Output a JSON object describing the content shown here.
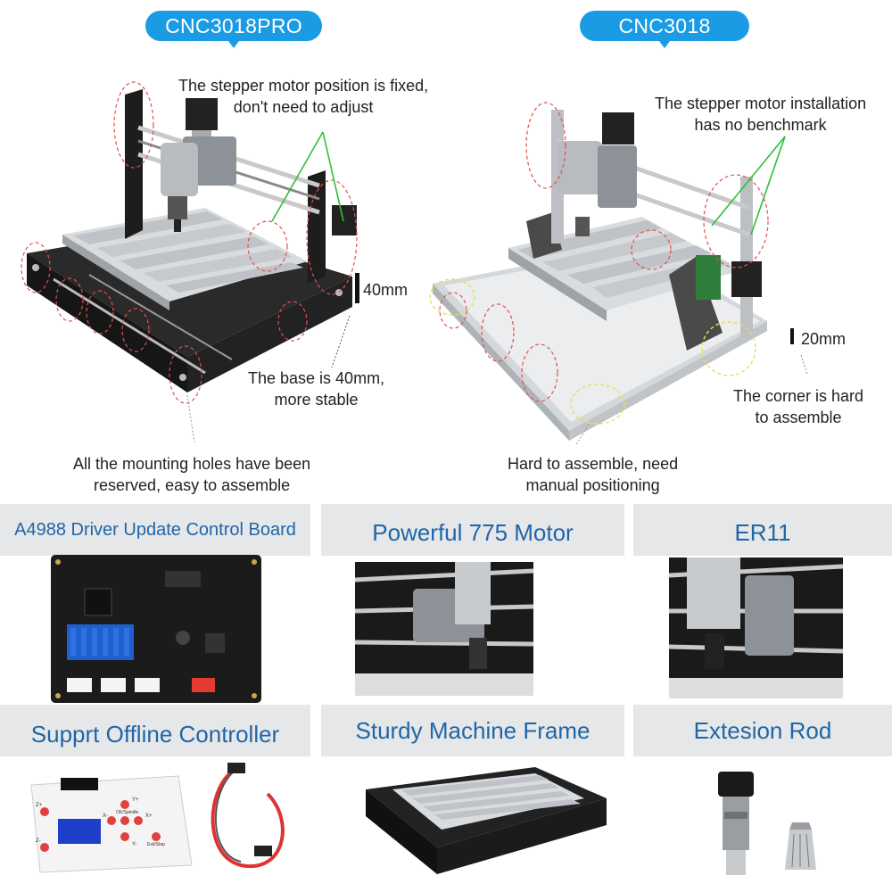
{
  "comparison": {
    "left_model": "CNC3018PRO",
    "right_model": "CNC3018",
    "left_notes": {
      "stepper_line1": "The stepper motor position is fixed,",
      "stepper_line2": "don't need to adjust",
      "base_dim": "40mm",
      "base_line1": "The base is 40mm,",
      "base_line2": "more stable",
      "holes_line1": "All the mounting holes have been",
      "holes_line2": "reserved, easy to assemble"
    },
    "right_notes": {
      "stepper_line1": "The stepper motor installation",
      "stepper_line2": "has no benchmark",
      "base_dim": "20mm",
      "corner_line1": "The corner is hard",
      "corner_line2": "to assemble",
      "assemble_line1": "Hard to assemble, need",
      "assemble_line2": "manual positioning"
    }
  },
  "features": [
    {
      "title": "A4988 Driver Update Control Board",
      "icon": "control-board-image"
    },
    {
      "title": "Powerful 775 Motor",
      "icon": "spindle-motor-image"
    },
    {
      "title": "ER11",
      "icon": "er11-collet-image"
    },
    {
      "title": "Supprt Offline Controller",
      "icon": "offline-controller-image"
    },
    {
      "title": "Sturdy Machine Frame",
      "icon": "machine-frame-image"
    },
    {
      "title": "Extesion Rod",
      "icon": "extension-rod-image"
    }
  ],
  "offline_controller_labels": {
    "y_plus": "Y+",
    "x_minus": "X-",
    "ok_spindle": "OK/Spindle",
    "x_plus": "X+",
    "y_minus": "Y-",
    "exit_step": "Exit/Step",
    "z_plus": "Z+",
    "z_minus": "Z-"
  },
  "colors": {
    "badge_blue": "#1a9be3",
    "header_gray": "#e6e7e8",
    "header_text_blue": "#1f66a8",
    "highlight_red": "#e05050",
    "highlight_green": "#2fbf3a",
    "highlight_yellow": "#e7df5a"
  }
}
